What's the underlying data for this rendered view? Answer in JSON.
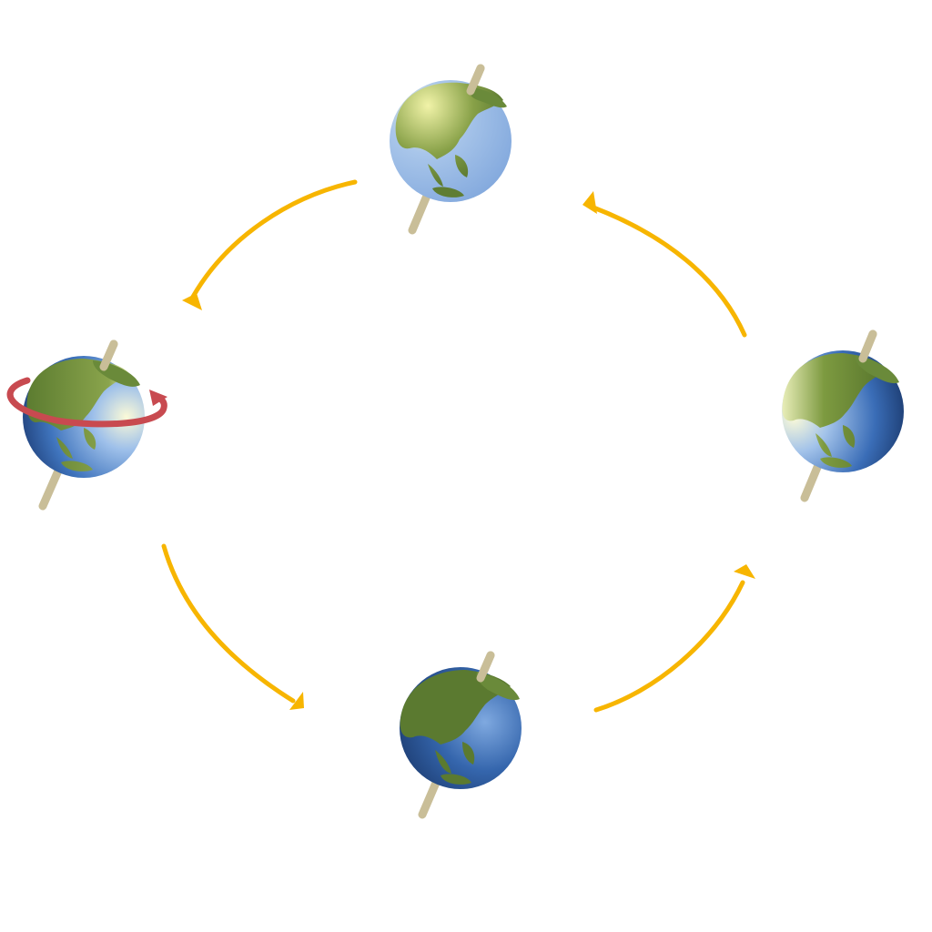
{
  "diagram": {
    "type": "earth-orbit-seasons",
    "globe_count": 4,
    "arrow_count": 4,
    "arrow_direction": "counter-clockwise",
    "globes": [
      {
        "position": "top",
        "sunlit_side": "left"
      },
      {
        "position": "left",
        "sunlit_side": "right",
        "rotation_arrow": true
      },
      {
        "position": "bottom",
        "sunlit_side": "none"
      },
      {
        "position": "right",
        "sunlit_side": "left"
      }
    ]
  },
  "colors": {
    "background": "#ffffff",
    "orbit_arrow": "#f7b500",
    "axis": "#c9be98",
    "ocean": "#3a6fb6",
    "ocean_light": "#8fb3e6",
    "land": "#6a8a3a",
    "rotation_arrow": "#c84a50"
  }
}
